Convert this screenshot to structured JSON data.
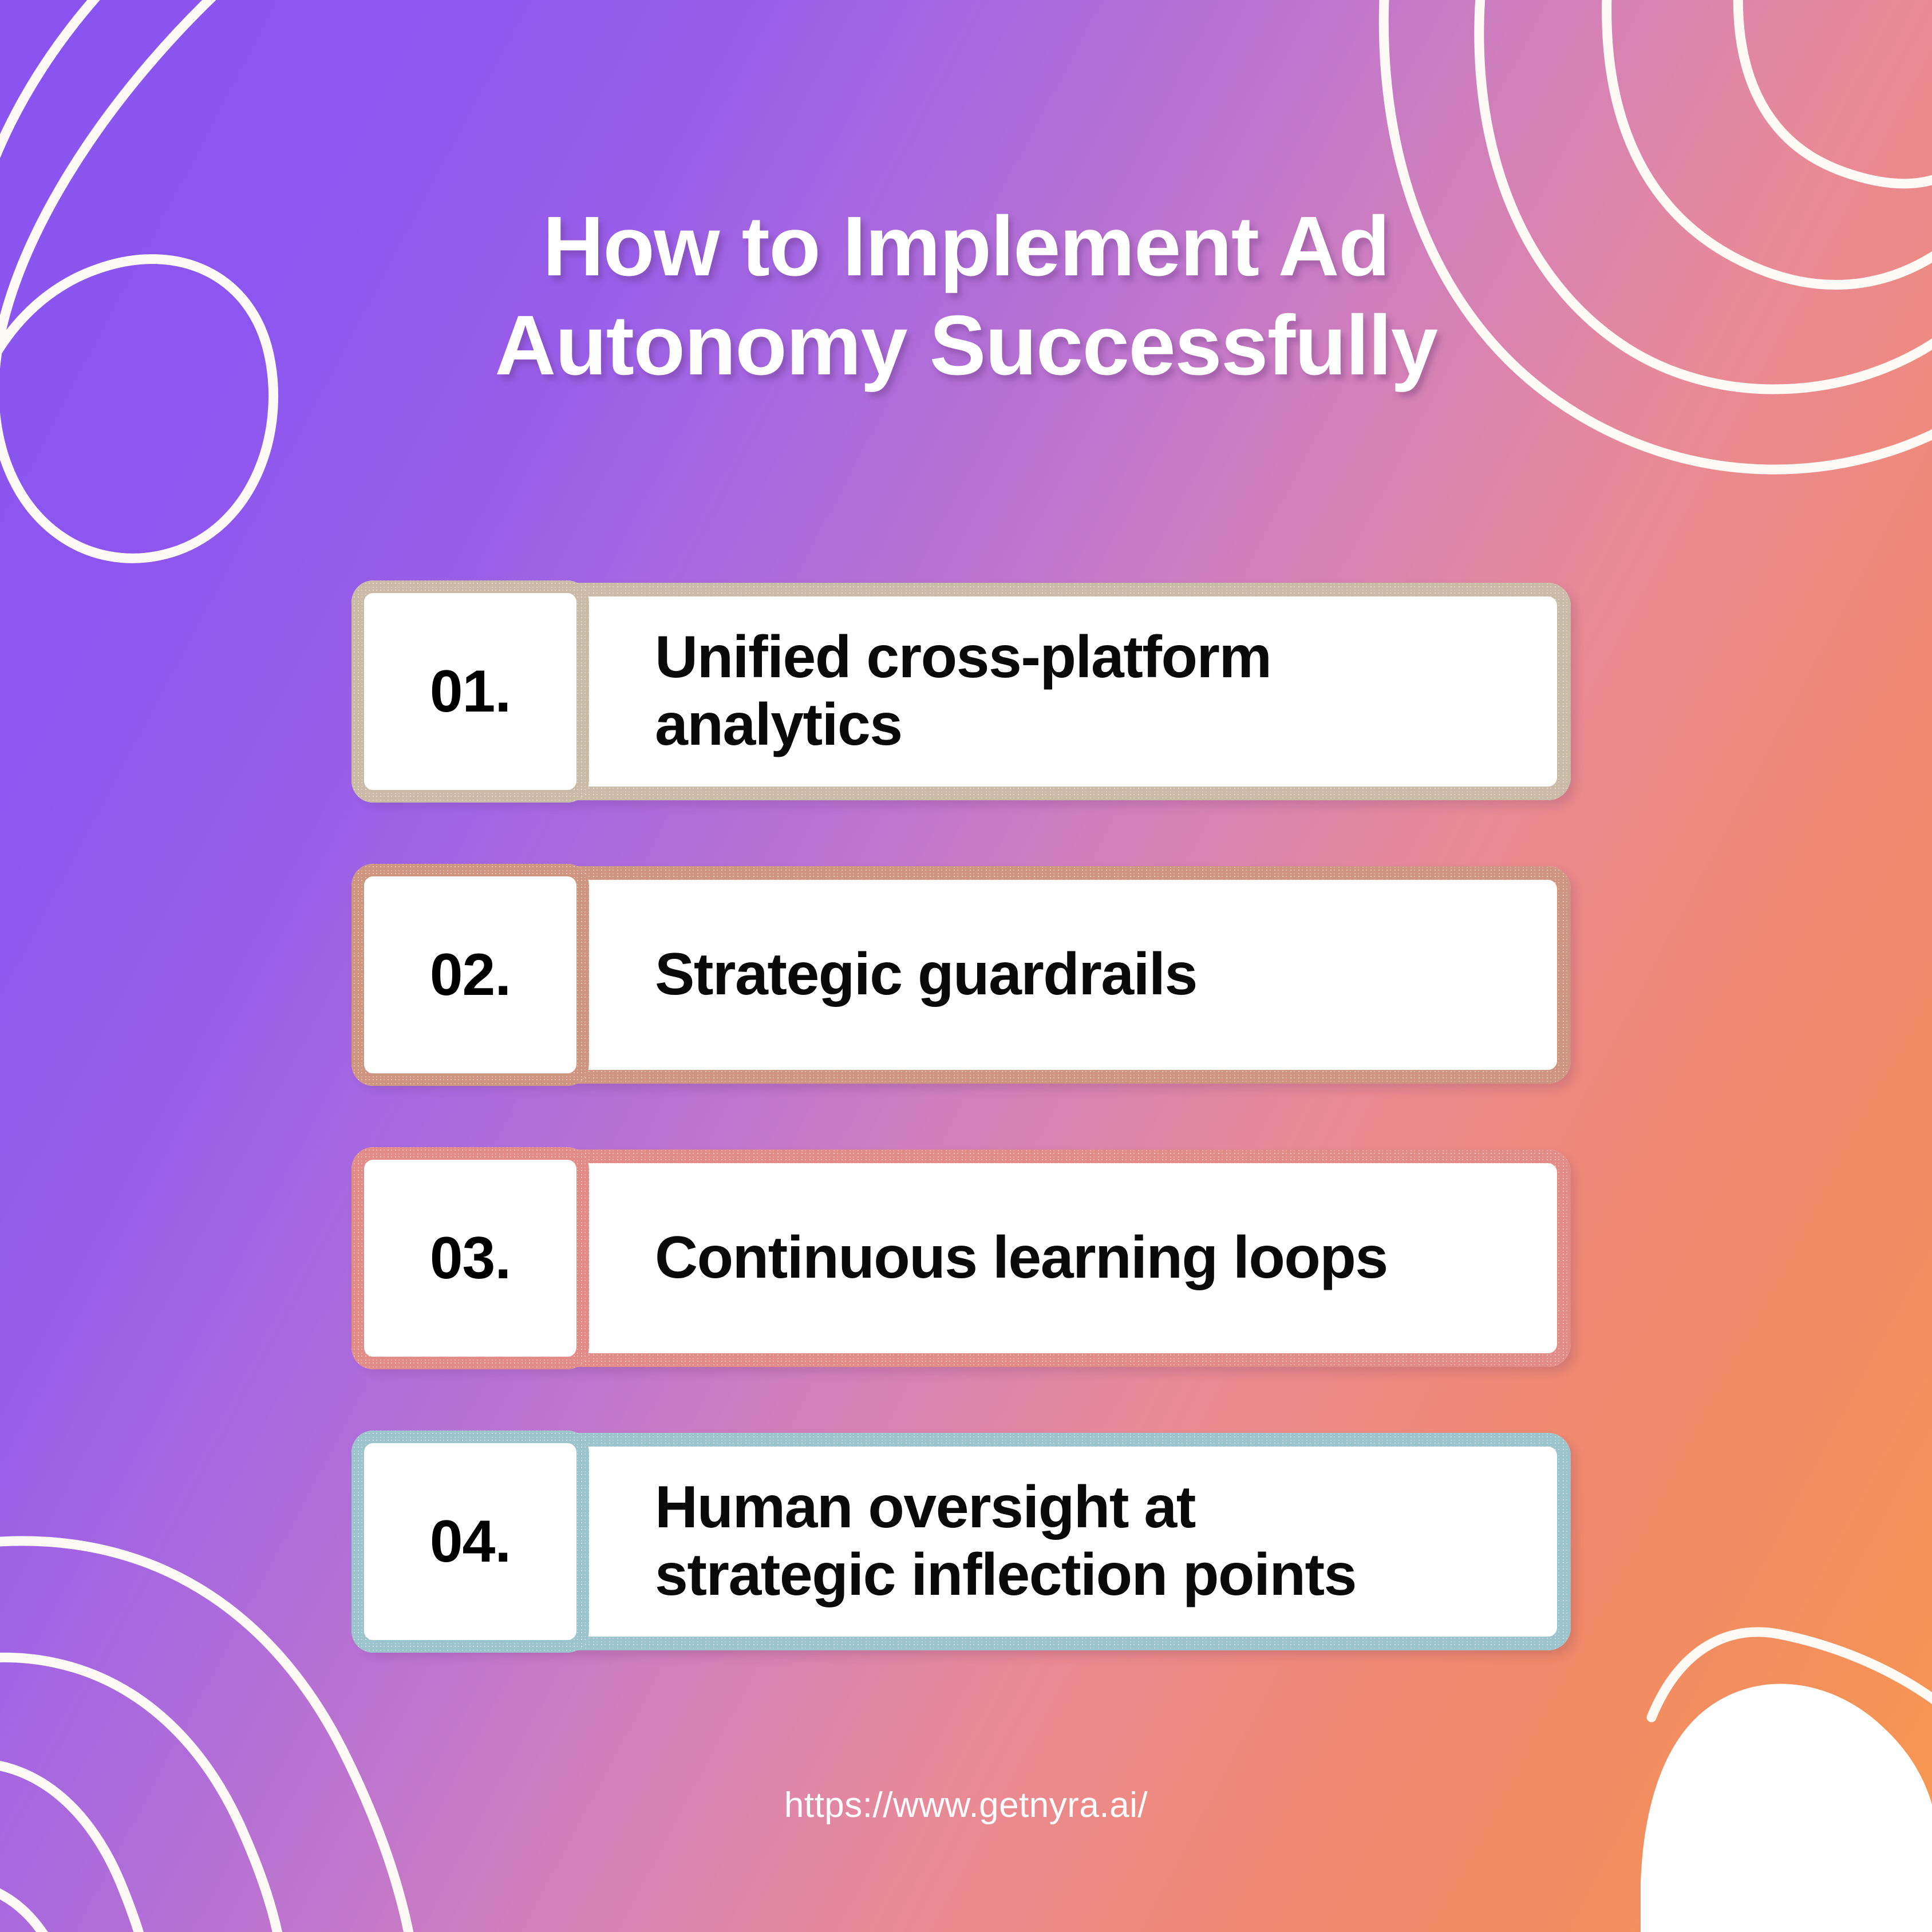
{
  "title": "How to Implement Ad\nAutonomy Successfully",
  "footer": {
    "url": "https://www.getnyra.ai/"
  },
  "colors": {
    "bg_purple": "#8A54F0",
    "bg_pink": "#E98A94",
    "bg_orange": "#F79A4F",
    "text_white": "#FFFFFF",
    "text_black": "#0A0A0A",
    "card_fill": "#FFFFFF",
    "card_1_border": "#C9BBA6",
    "card_2_border": "#CE9680",
    "card_3_border": "#E28C87",
    "card_4_border": "#9CC4CC"
  },
  "cards": [
    {
      "number": "01.",
      "label": "Unified cross-platform\nanalytics",
      "border_color": "#C9BBA6"
    },
    {
      "number": "02.",
      "label": "Strategic guardrails",
      "border_color": "#CE9680"
    },
    {
      "number": "03.",
      "label": "Continuous learning loops",
      "border_color": "#E28C87"
    },
    {
      "number": "04.",
      "label": "Human oversight at\nstrategic inflection points",
      "border_color": "#9CC4CC"
    }
  ],
  "decorations": [
    {
      "name": "top-left-swirl-outline",
      "color": "#FFFFFF"
    },
    {
      "name": "top-right-wave-outline",
      "color": "#FFFFFF"
    },
    {
      "name": "bottom-left-swirl-outline",
      "color": "#FFFFFF"
    },
    {
      "name": "bottom-right-blob-shape",
      "color": "#FFFFFF"
    }
  ]
}
